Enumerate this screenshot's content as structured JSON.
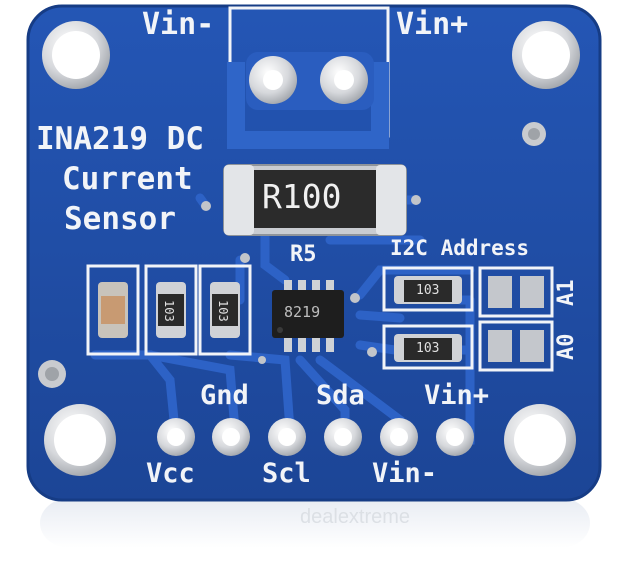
{
  "board": {
    "title_line1": "INA219 DC",
    "title_line2": "Current",
    "title_line3": "Sensor",
    "top_left_label": "Vin-",
    "top_right_label": "Vin+",
    "shunt_marking": "R100",
    "shunt_refdes": "R5",
    "ic_marking": "8219",
    "i2c_heading": "I2C Address",
    "addr_pad_a1": "A1",
    "addr_pad_a0": "A0",
    "resistor_marking_1": "103",
    "resistor_marking_2": "103",
    "resistor_marking_3": "103",
    "resistor_marking_4": "103",
    "pins_top": [
      "Gnd",
      "Sda",
      "Vin+"
    ],
    "pins_bottom": [
      "Vcc",
      "Scl",
      "Vin-"
    ]
  },
  "watermark": "dealextreme",
  "colors": {
    "pcb_blue": "#1f4fa8",
    "pcb_edge": "#163c85",
    "pad_silver": "#d8dade",
    "silkscreen": "#f2f4f8",
    "shunt_body": "#2b2b2b"
  }
}
